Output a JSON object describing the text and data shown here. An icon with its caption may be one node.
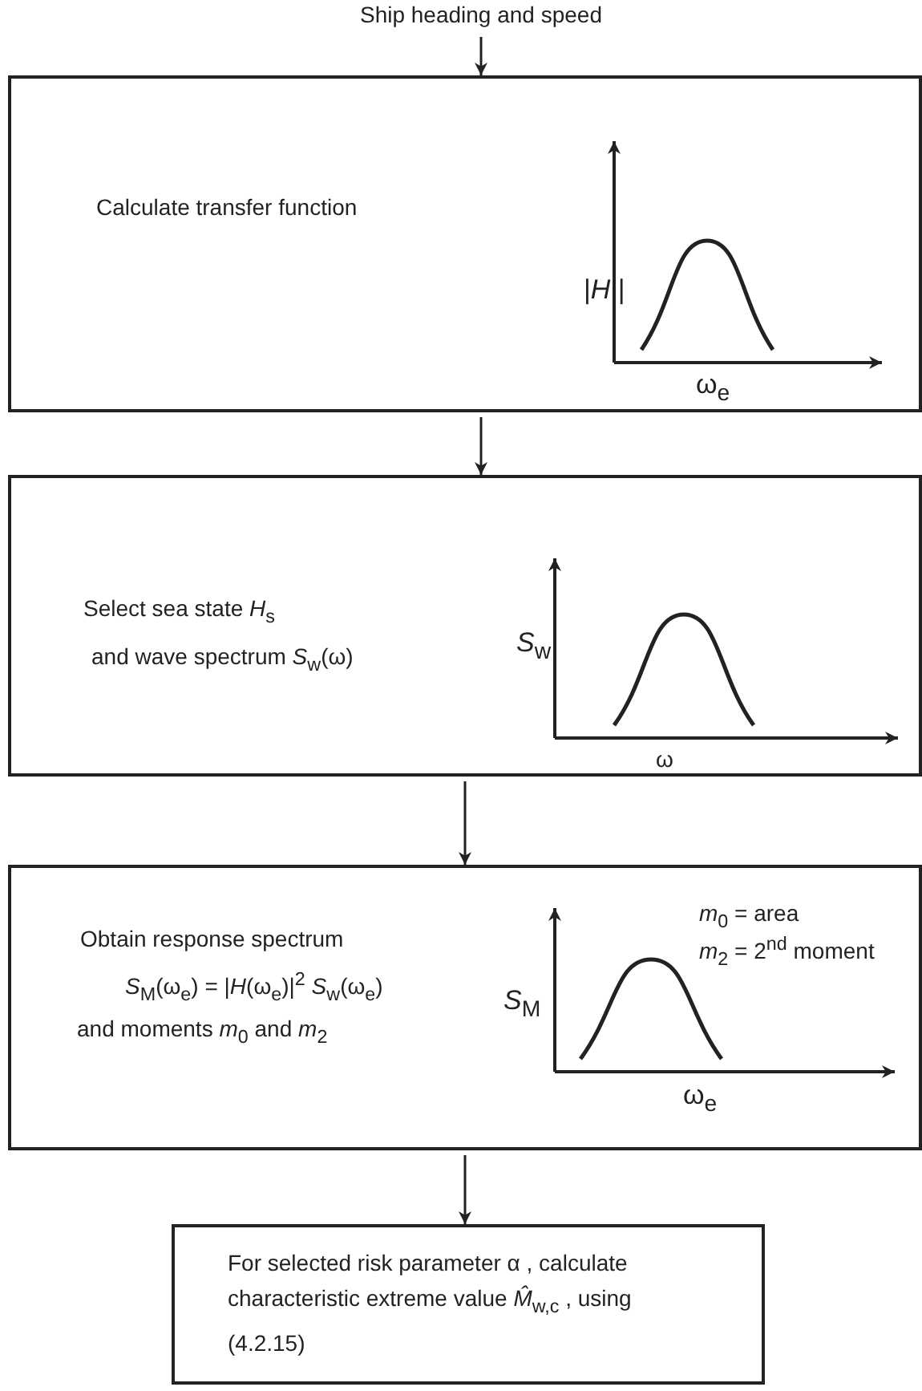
{
  "diagram": {
    "nodes": [
      {
        "text": [
          "Ship heading and speed"
        ]
      },
      {
        "text": [
          "Calculate transfer function",
          "|*H* |",
          "ω$_{e}$"
        ]
      },
      {
        "text": [
          "Select sea state *H*$_{s}$",
          "and wave spectrum *S*$_{w}$(ω)",
          "*S*$_{w}$",
          "ω"
        ]
      },
      {
        "text": [
          "Obtain response spectrum",
          "*S*$_{M}$(ω$_{e}$) = |*H*(ω$_{e}$)|$^{2}$   *S*$_{w}$(ω$_{e}$)",
          "and moments *m*$_{0}$ and *m*$_{2}$",
          "*m*$_{0}$ = area",
          "*m*$_{2}$ = 2$^{nd}$ moment",
          "*S*$_{M}$",
          "ω$_{e}$"
        ]
      },
      {
        "text": [
          "For selected risk parameter α , calculate characteristic extreme value *M̂*$_{w,c}$ , using (4.2.15)"
        ]
      }
    ],
    "edges": [
      {
        "from": 0,
        "to": 1,
        "arrow": "to"
      },
      {
        "from": 1,
        "to": 2,
        "arrow": "to"
      },
      {
        "from": 2,
        "to": 3,
        "arrow": "to"
      },
      {
        "from": 3,
        "to": 4,
        "arrow": "to"
      }
    ]
  }
}
